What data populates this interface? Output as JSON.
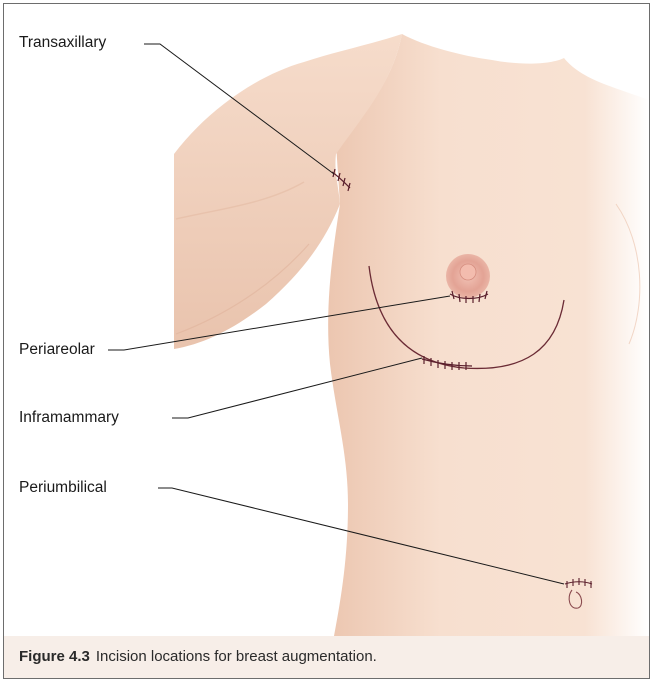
{
  "labels": {
    "transaxillary": "Transaxillary",
    "periareolar": "Periareolar",
    "inframammary": "Inframammary",
    "periumbilical": "Periumbilical"
  },
  "caption": {
    "figure_number": "Figure 4.3",
    "text": "Incision locations for breast augmentation."
  },
  "colors": {
    "skin": "#f6dccb",
    "skin_shadow": "#e8c2ab",
    "areola": "#e2a295",
    "suture": "#5a1f2c",
    "caption_bg": "#f7eee8"
  }
}
